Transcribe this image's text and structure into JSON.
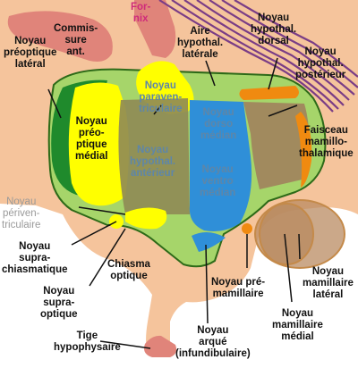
{
  "colors": {
    "tissue": "#f5c49c",
    "commissure": "#e0847a",
    "hypothalamus": "#a6d56a",
    "preoptic_lateral": "#1f8a2c",
    "preoptic_medial": "#ffff00",
    "anterior": "#8f8a55",
    "dorsomedial": "#2f8fd8",
    "posterior": "#a07c5c",
    "dorsal": "#f08a10",
    "fornix_fibers": "#7a3d86",
    "fornix_text": "#cf2a7a",
    "mammillary": "#b98b62",
    "periventricular_text": "#9a9a9a"
  },
  "labels": {
    "fornix": "For-\nnix",
    "commissure": "Commis-\nsure\nant.",
    "preoptic_lateral": "Noyau\npréoptique\nlatéral",
    "hypoth_lateral_area": "Aire\nhypothal.\nlatérale",
    "dorsal": "Noyau\nhypothal.\ndorsal",
    "posterior": "Noyau\nhypothal.\npostérieur",
    "paraventricular": "Noyau\nparaven-\ntriculaire",
    "preoptic_medial": "Noyau\npréo-\nptique\nmédial",
    "dorsomedial": "Noyau\ndorso\nmédian",
    "mammillothalamic": "Faisceau\nmamillo-\nthalamique",
    "anterior": "Noyau\nhypothal.\nantérieur",
    "ventromedial": "Noyau\nventro\nmédian",
    "periventricular": "Noyau\npériven-\ntriculaire",
    "suprachiasmatic": "Noyau\nsupra-\nchiasmatique",
    "optic_chiasm": "Chiasma\noptique",
    "supraoptic": "Noyau\nsupra-\noptique",
    "premammillary": "Noyau pré-\nmamillaire",
    "mammillary_lateral": "Noyau\nmamillaire\nlatéral",
    "mammillary_medial": "Noyau\nmamillaire\nmédial",
    "stalk": "Tige\nhypophysaire",
    "arcuate": "Noyau\narqué\n(infundibulaire)"
  }
}
